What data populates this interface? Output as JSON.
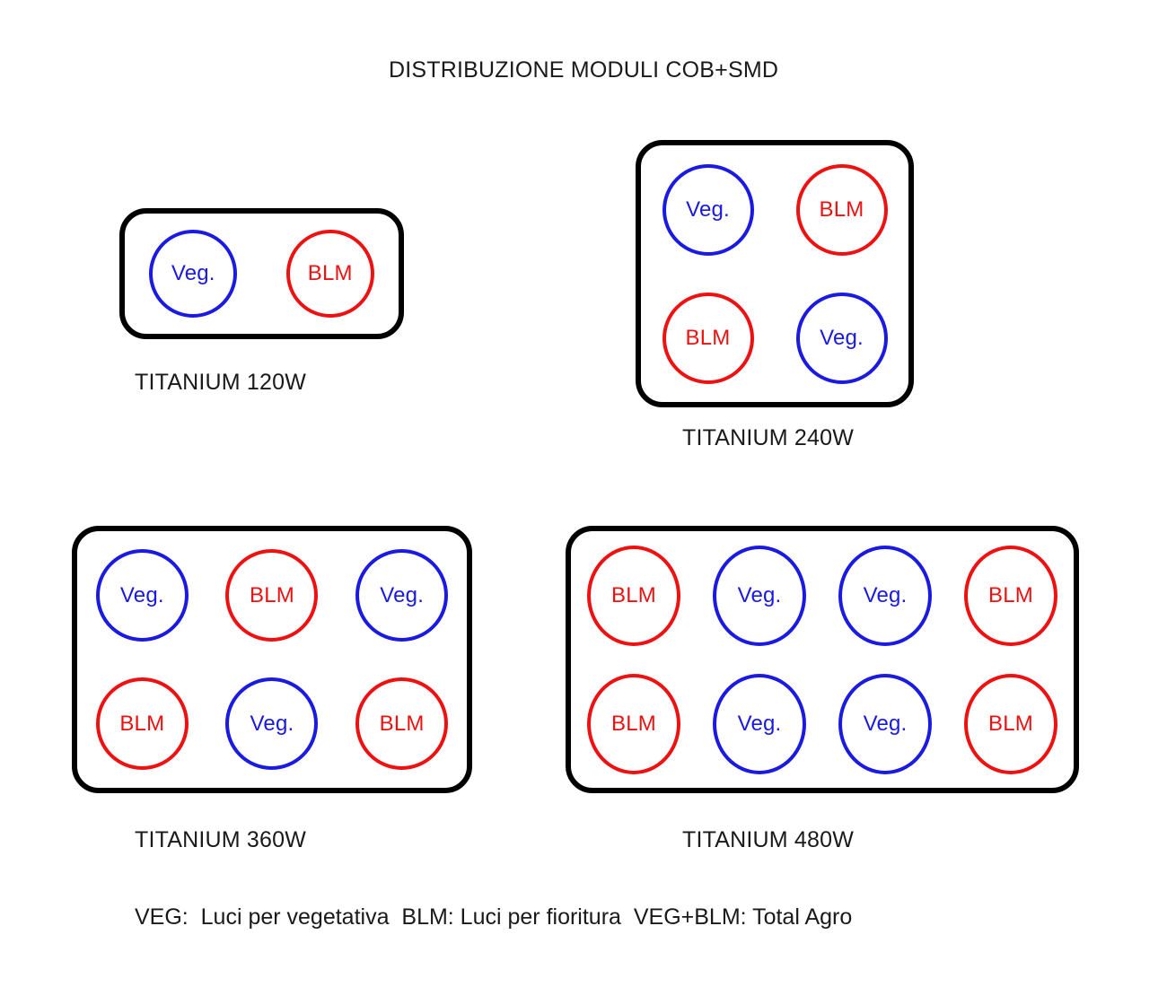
{
  "title": "DISTRIBUZIONE MODULI COB+SMD",
  "colors": {
    "veg": "#1a1ae0",
    "blm": "#ee1111",
    "panel_outline": "#000000",
    "background": "#ffffff",
    "text": "#1a1a1a"
  },
  "module_types": {
    "veg": "Veg.",
    "blm": "BLM"
  },
  "fixtures": [
    {
      "id": "120",
      "caption": "TITANIUM 120W",
      "columns": 2,
      "rows": 1,
      "modules": [
        {
          "type": "veg",
          "label": "Veg."
        },
        {
          "type": "blm",
          "label": "BLM"
        }
      ]
    },
    {
      "id": "240",
      "caption": "TITANIUM 240W",
      "columns": 2,
      "rows": 2,
      "modules": [
        {
          "type": "veg",
          "label": "Veg."
        },
        {
          "type": "blm",
          "label": "BLM"
        },
        {
          "type": "blm",
          "label": "BLM"
        },
        {
          "type": "veg",
          "label": "Veg."
        }
      ]
    },
    {
      "id": "360",
      "caption": "TITANIUM 360W",
      "columns": 3,
      "rows": 2,
      "modules": [
        {
          "type": "veg",
          "label": "Veg."
        },
        {
          "type": "blm",
          "label": "BLM"
        },
        {
          "type": "veg",
          "label": "Veg."
        },
        {
          "type": "blm",
          "label": "BLM"
        },
        {
          "type": "veg",
          "label": "Veg."
        },
        {
          "type": "blm",
          "label": "BLM"
        }
      ]
    },
    {
      "id": "480",
      "caption": "TITANIUM 480W",
      "columns": 4,
      "rows": 2,
      "modules": [
        {
          "type": "blm",
          "label": "BLM"
        },
        {
          "type": "veg",
          "label": "Veg."
        },
        {
          "type": "veg",
          "label": "Veg."
        },
        {
          "type": "blm",
          "label": "BLM"
        },
        {
          "type": "blm",
          "label": "BLM"
        },
        {
          "type": "veg",
          "label": "Veg."
        },
        {
          "type": "veg",
          "label": "Veg."
        },
        {
          "type": "blm",
          "label": "BLM"
        }
      ]
    }
  ],
  "legend": {
    "veg_text": "VEG:  Luci per vegetativa",
    "gap1": "  ",
    "blm_text": "BLM: Luci per fioritura",
    "gap2": "  ",
    "total_text": "VEG+BLM: Total Agro"
  }
}
